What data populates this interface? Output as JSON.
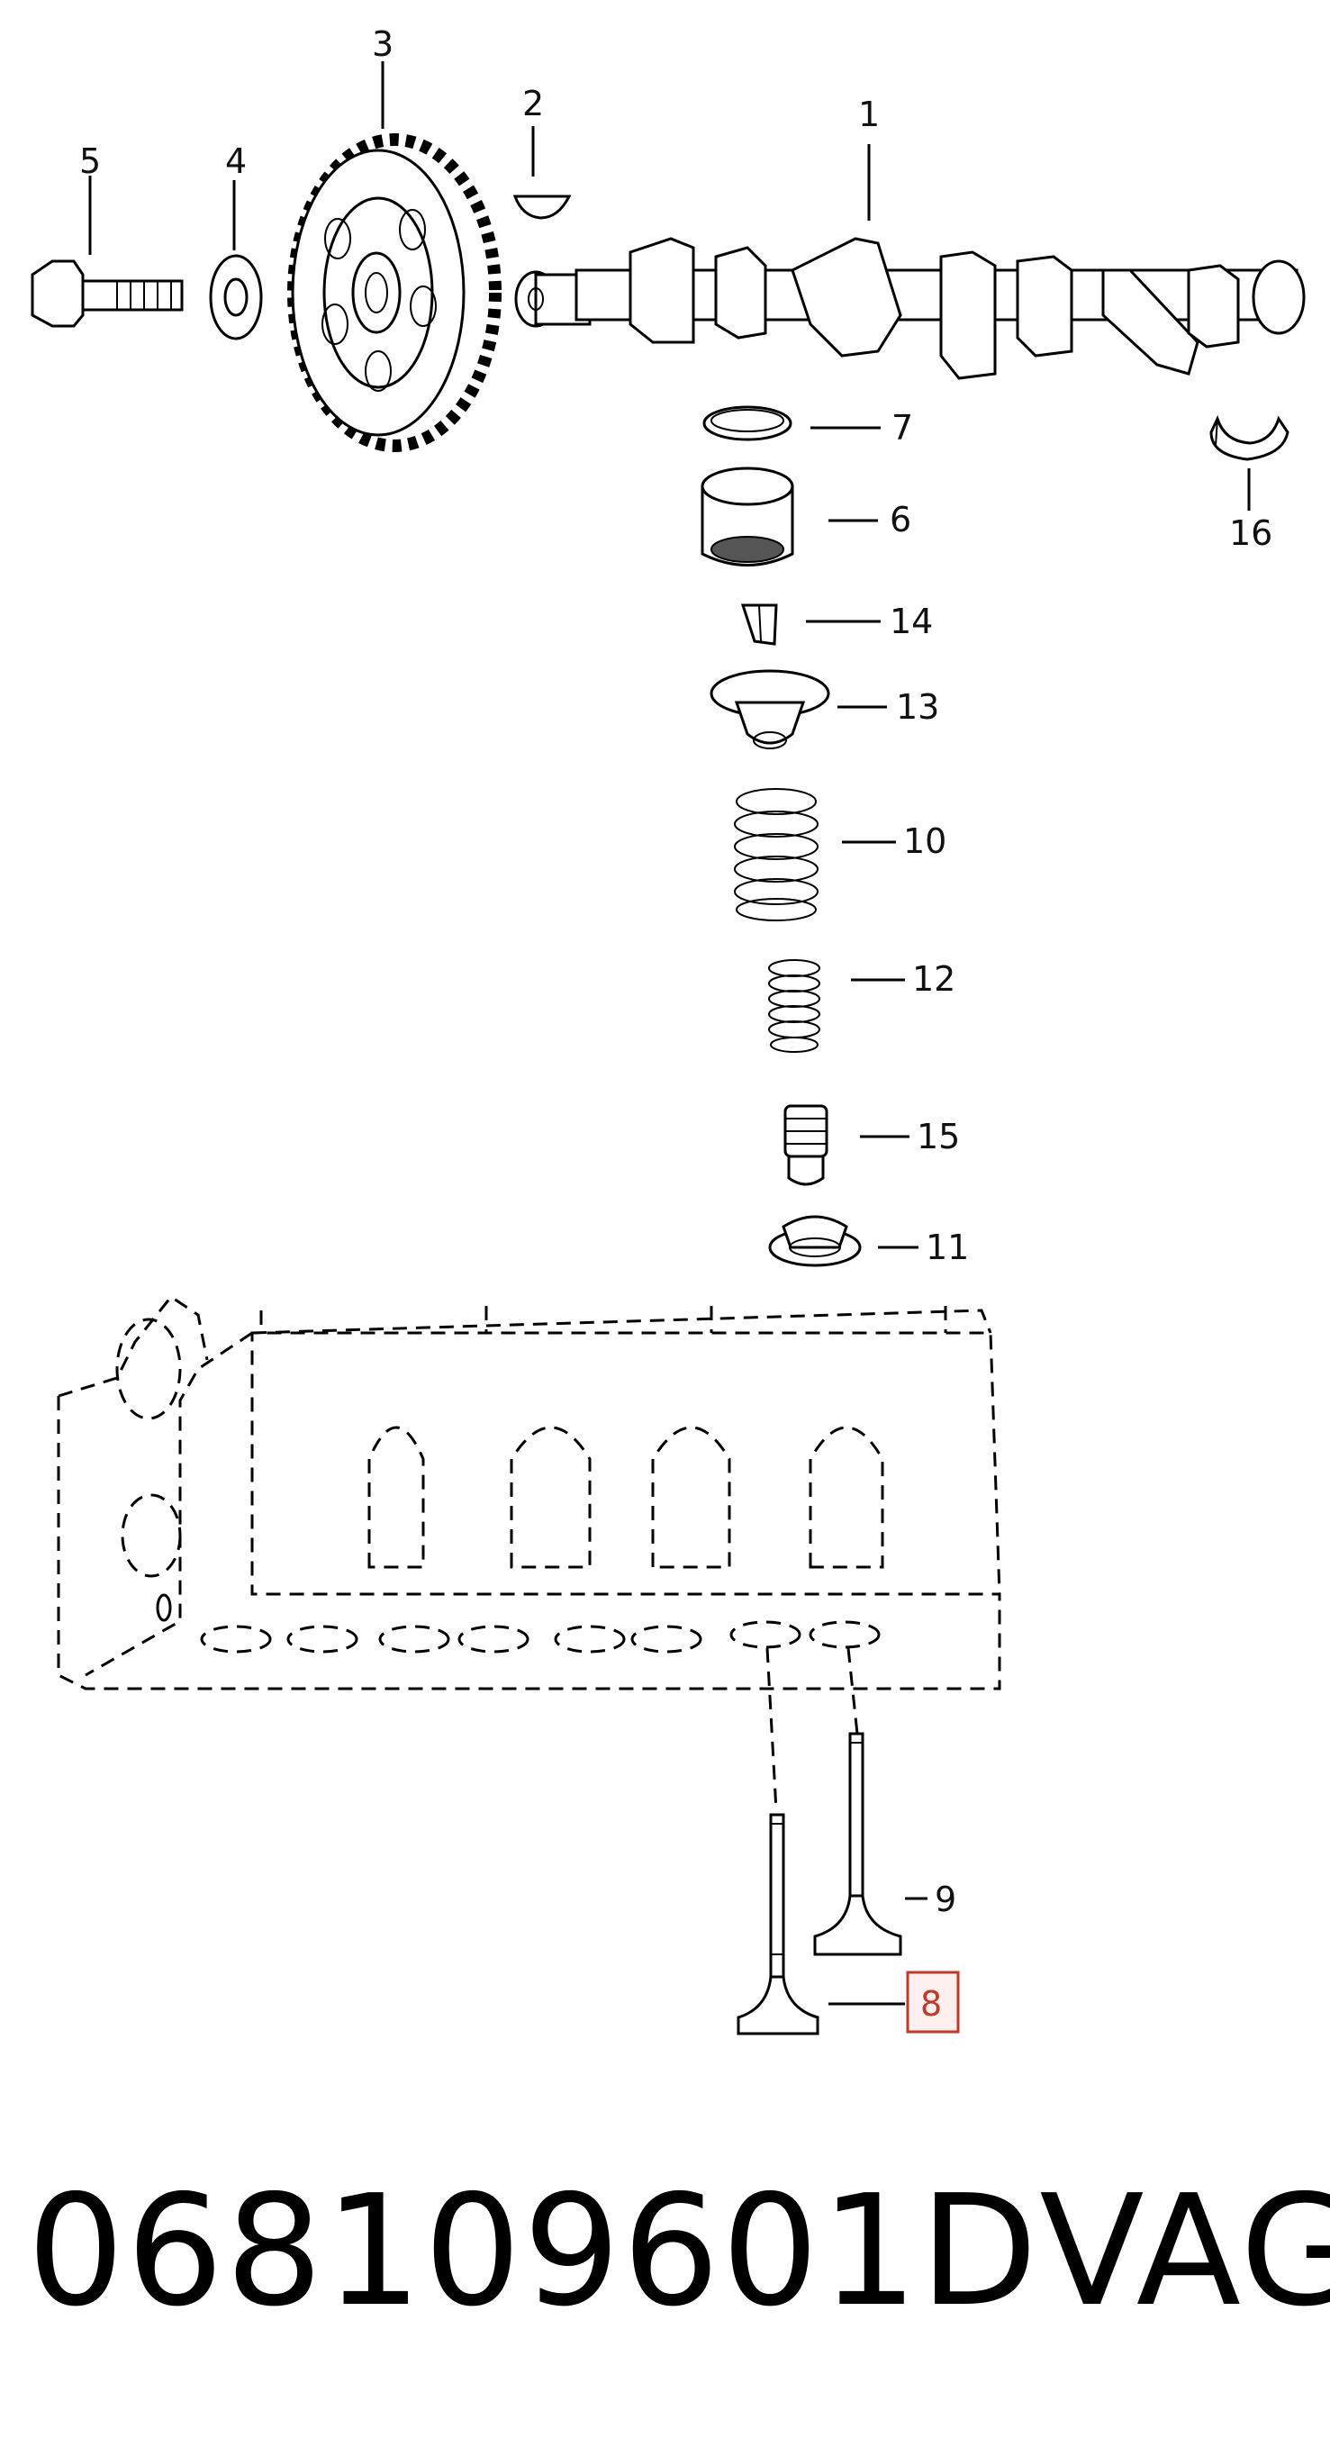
{
  "callouts": {
    "c1": "1",
    "c2": "2",
    "c3": "3",
    "c4": "4",
    "c5": "5",
    "c6": "6",
    "c7": "7",
    "c8": "8",
    "c9": "9",
    "c10": "10",
    "c11": "11",
    "c12": "12",
    "c13": "13",
    "c14": "14",
    "c15": "15",
    "c16": "16"
  },
  "highlight_color": "#c0392b",
  "footer": {
    "part_number": "068109601D",
    "brand": "VAG"
  }
}
